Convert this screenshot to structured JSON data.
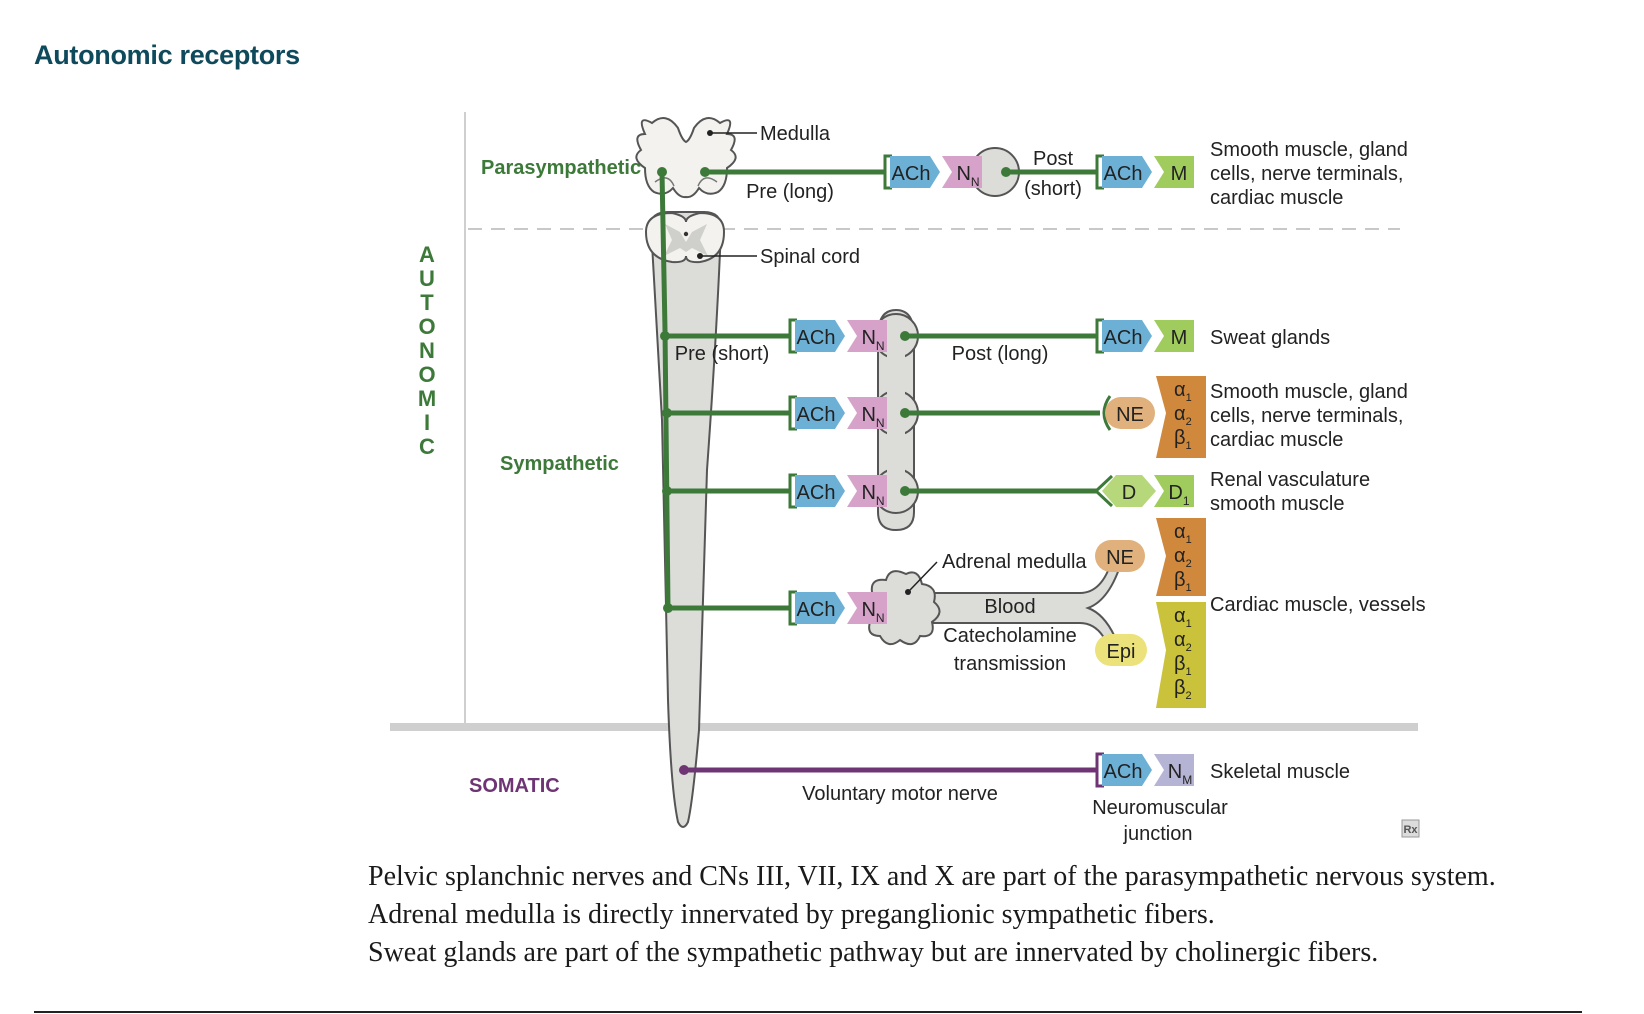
{
  "page": {
    "title": "Autonomic receptors"
  },
  "sections": {
    "autonomic": "AUTONOMIC",
    "parasympathetic": "Parasympathetic",
    "sympathetic": "Sympathetic",
    "somatic": "SOMATIC"
  },
  "structures": {
    "medulla": "Medulla",
    "spinal_cord": "Spinal cord",
    "adrenal_medulla": "Adrenal medulla"
  },
  "fibers": {
    "pre_long": "Pre (long)",
    "post": "Post",
    "short": "(short)",
    "pre_short": "Pre (short)",
    "post_long": "Post (long)",
    "blood": "Blood",
    "catecholamine": "Catecholamine",
    "transmission": "transmission",
    "voluntary_motor_nerve": "Voluntary motor nerve",
    "neuromuscular": "Neuromuscular",
    "junction": "junction"
  },
  "chips": {
    "ach": "ACh",
    "n": "N",
    "n_sub": "N",
    "nm_sub": "M",
    "m": "M",
    "ne": "NE",
    "d": "D",
    "d1": "D",
    "d1_sub": "1",
    "epi": "Epi"
  },
  "receptors": {
    "alpha": "α",
    "beta": "β",
    "s1": "1",
    "s2": "2"
  },
  "targets": {
    "para_1": "Smooth muscle, gland",
    "para_2": "cells, nerve terminals,",
    "para_3": "cardiac muscle",
    "sweat": "Sweat glands",
    "symp_1": "Smooth muscle, gland",
    "symp_2": "cells, nerve terminals,",
    "symp_3": "cardiac muscle",
    "renal_1": "Renal vasculature",
    "renal_2": "smooth muscle",
    "cardiac_vessels": "Cardiac muscle, vessels",
    "skeletal": "Skeletal muscle"
  },
  "badge": "Rx",
  "notes": [
    "Pelvic splanchnic nerves and CNs III, VII, IX and X are part of the parasympathetic nervous system.",
    "Adrenal medulla is directly innervated by preganglionic sympathetic fibers.",
    "Sweat glands are part of the sympathetic pathway but are innervated by cholinergic fibers."
  ],
  "colors": {
    "title": "#0e4a5c",
    "autonomic_green": "#3d7a3a",
    "somatic_purple": "#6e3474",
    "ach_blue": "#6db0d6",
    "nn_pink": "#d6a2c9",
    "nm_lavender": "#b6b4d4",
    "m_green": "#9fcc5c",
    "ne_tan": "#e0b17c",
    "adrenergic_orange": "#d0893c",
    "beta2_yellow": "#c9c23a",
    "epi_yellow": "#ece27c",
    "d_green": "#b6d77a"
  }
}
